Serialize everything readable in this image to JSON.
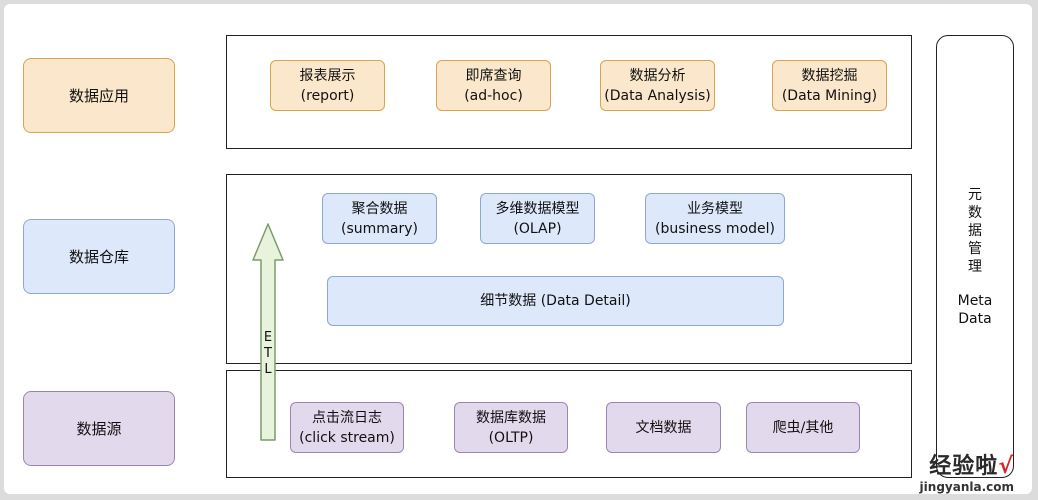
{
  "layers": {
    "application": {
      "label": "数据应用",
      "items": [
        {
          "line1": "报表展示",
          "line2": "(report)"
        },
        {
          "line1": "即席查询",
          "line2": "(ad-hoc)"
        },
        {
          "line1": "数据分析",
          "line2": "(Data Analysis)"
        },
        {
          "line1": "数据挖掘",
          "line2": "(Data Mining)"
        }
      ]
    },
    "warehouse": {
      "label": "数据仓库",
      "items": [
        {
          "line1": "聚合数据",
          "line2": "(summary)"
        },
        {
          "line1": "多维数据模型",
          "line2": "(OLAP)"
        },
        {
          "line1": "业务模型",
          "line2": "(business model)"
        }
      ],
      "detail": "细节数据 (Data Detail)"
    },
    "source": {
      "label": "数据源",
      "items": [
        {
          "line1": "点击流日志",
          "line2": "(click stream)"
        },
        {
          "line1": "数据库数据",
          "line2": "(OLTP)"
        },
        {
          "line1": "文档数据",
          "line2": ""
        },
        {
          "line1": "爬虫/其他",
          "line2": ""
        }
      ]
    }
  },
  "etl": {
    "letters": [
      "E",
      "T",
      "L"
    ]
  },
  "meta": {
    "chars": [
      "元",
      "数",
      "据",
      "管",
      "理"
    ],
    "en_line1": "Meta",
    "en_line2": "Data"
  },
  "colors": {
    "application": "#fbe8cc",
    "warehouse": "#dde8fb",
    "source": "#e3d9ec",
    "arrow": "#e8f3dc"
  },
  "watermark": {
    "main": "经验啦",
    "check": "√",
    "sub": "jingyanla.com"
  }
}
